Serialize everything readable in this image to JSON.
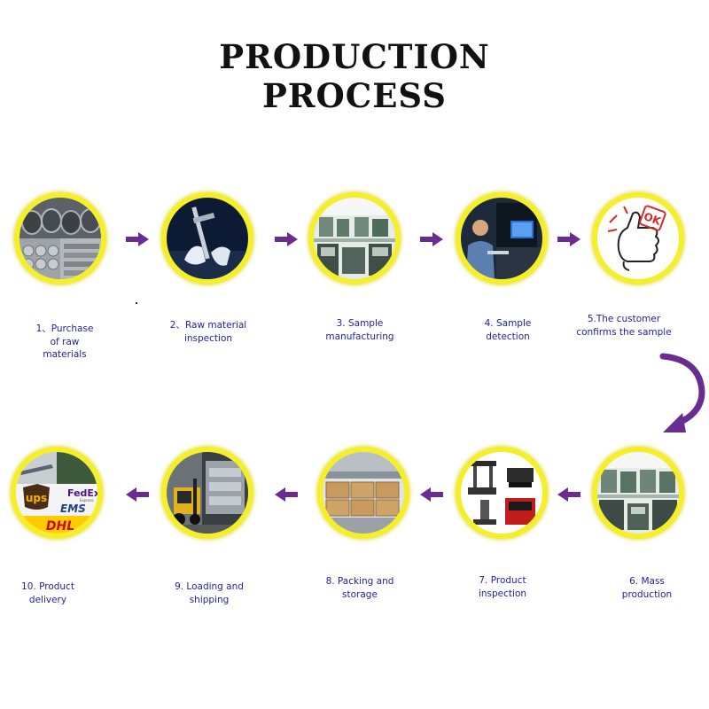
{
  "title": {
    "line1": "PRODUCTION",
    "line2": "PROCESS"
  },
  "colors": {
    "ring": "#f4ef2a",
    "arrow": "#6a2c91",
    "label": "#1f1fa8"
  },
  "steps": [
    {
      "label": "1、Purchase\nof raw\nmaterials",
      "image": "raw-materials-photo"
    },
    {
      "label": "2、Raw material\ninspection",
      "image": "caliper-inspection-photo"
    },
    {
      "label": "3. Sample\nmanufacturing",
      "image": "workshop-machines-photo"
    },
    {
      "label": "4. Sample\ndetection",
      "image": "technician-computer-photo"
    },
    {
      "label": "5.The customer\nconfirms the sample",
      "image": "thumbs-up-ok-icon"
    },
    {
      "label": "6. Mass\nproduction",
      "image": "production-line-photo"
    },
    {
      "label": "7. Product\ninspection",
      "image": "inspection-equipment-photo"
    },
    {
      "label": "8. Packing and\nstorage",
      "image": "warehouse-boxes-photo"
    },
    {
      "label": "9. Loading and\nshipping",
      "image": "forklift-truck-photo"
    },
    {
      "label": "10. Product\ndelivery",
      "image": "courier-logos-photo"
    }
  ],
  "courier_logos": {
    "ups": "ups",
    "fedex": "FedEx",
    "fedex_sub": "Express",
    "ems": "EMS",
    "dhl": "DHL"
  },
  "ok_badge": "OK"
}
